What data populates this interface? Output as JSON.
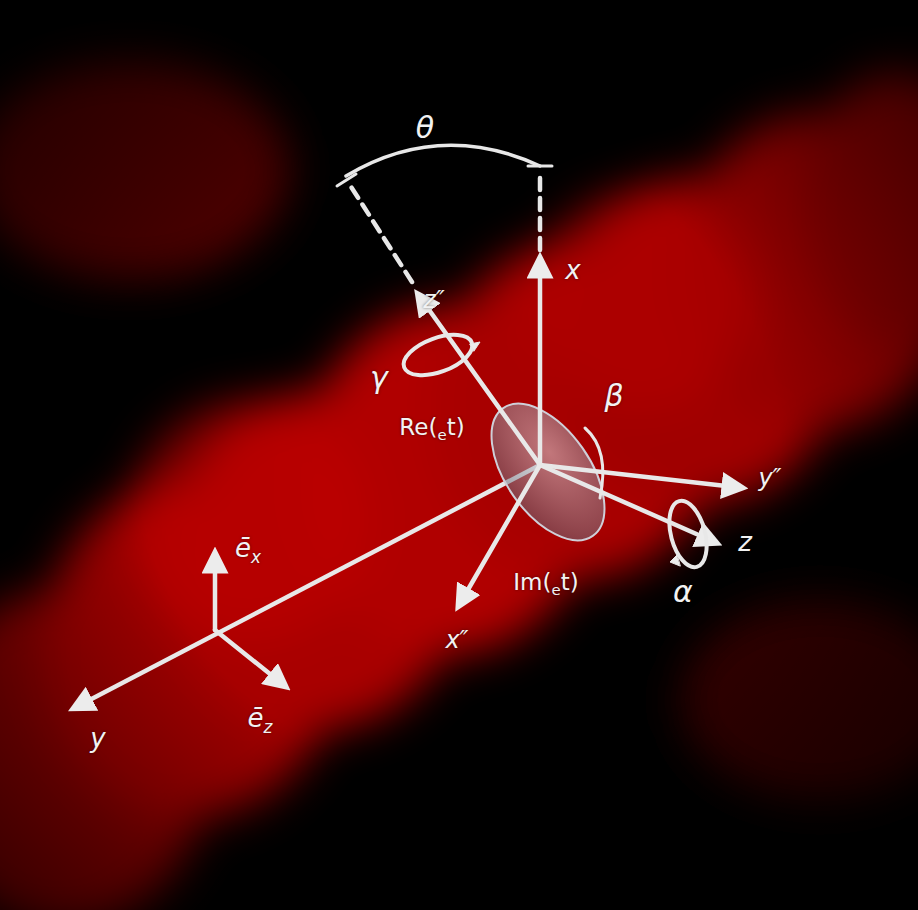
{
  "diagram": {
    "labels": [
      "θ",
      "x",
      "z″",
      "γ",
      "Re(et)",
      "β",
      "y″",
      "z",
      "α",
      "Im(et)",
      "x″",
      "ēx",
      "y",
      "ēz"
    ]
  }
}
